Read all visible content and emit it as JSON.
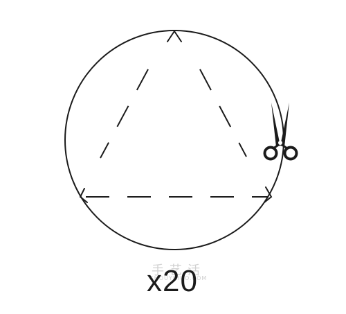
{
  "count_label": "x20",
  "watermark": {
    "text": "手艺活",
    "subtext": "SHOUYIHUO.COM"
  },
  "colors": {
    "line": "#1b1b1b",
    "watermark": "#c9c9c9"
  },
  "icons": [
    "scissors-icon"
  ]
}
